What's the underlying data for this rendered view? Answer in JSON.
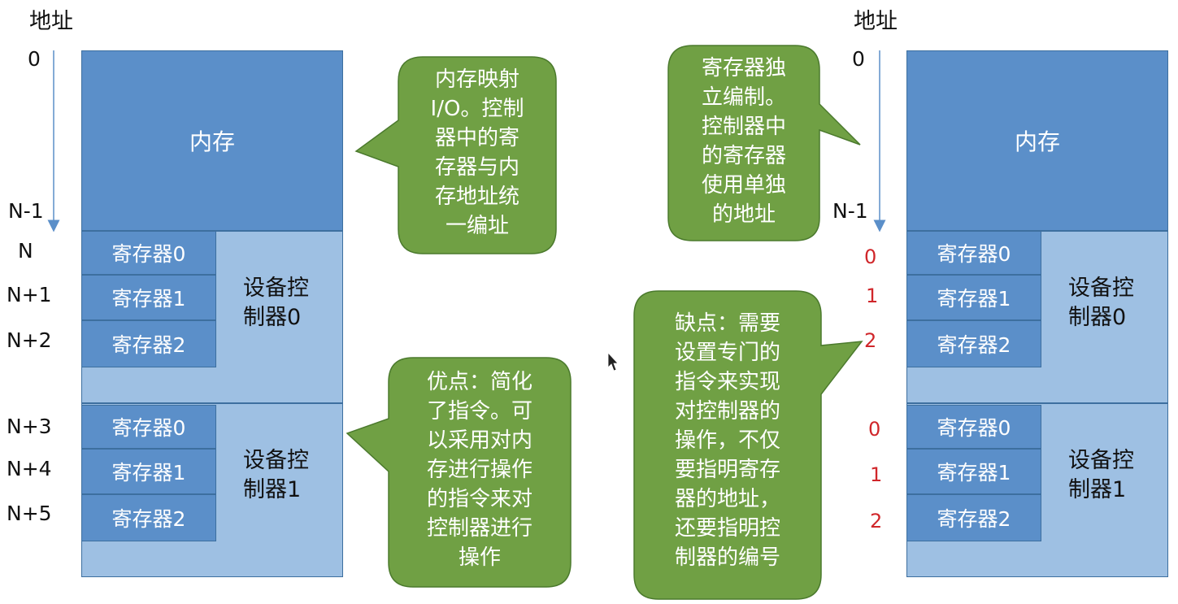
{
  "left": {
    "axis_title": "地址",
    "addresses": [
      "0",
      "N-1",
      "N",
      "N+1",
      "N+2",
      "N+3",
      "N+4",
      "N+5"
    ],
    "memory_label": "内存",
    "controllers": [
      {
        "name": "设备控\n制器0",
        "registers": [
          "寄存器0",
          "寄存器1",
          "寄存器2"
        ]
      },
      {
        "name": "设备控\n制器1",
        "registers": [
          "寄存器0",
          "寄存器1",
          "寄存器2"
        ]
      }
    ]
  },
  "right": {
    "axis_title": "地址",
    "addresses": [
      "0",
      "N-1"
    ],
    "register_addresses": [
      "0",
      "1",
      "2",
      "0",
      "1",
      "2"
    ],
    "memory_label": "内存",
    "controllers": [
      {
        "name": "设备控\n制器0",
        "registers": [
          "寄存器0",
          "寄存器1",
          "寄存器2"
        ]
      },
      {
        "name": "设备控\n制器1",
        "registers": [
          "寄存器0",
          "寄存器1",
          "寄存器2"
        ]
      }
    ]
  },
  "callouts": {
    "memory_mapped": "内存映射\nI/O。控制\n器中的寄\n存器与内\n存地址统\n一编址",
    "advantage": "优点：简化\n了指令。可\n以采用对内\n存进行操作\n的指令来对\n控制器进行\n操作",
    "independent": "寄存器独\n立编制。\n控制器中\n的寄存器\n使用单独\n的地址",
    "disadvantage": "缺点：需要\n设置专门的\n指令来实现\n对控制器的\n操作，不仅\n要指明寄存\n器的地址，\n还要指明控\n制器的编号"
  },
  "colors": {
    "memory_block": "#5b8fc9",
    "controller_block": "#9ec0e3",
    "callout_fill": "#70a044",
    "register_address": "#d0262a"
  },
  "icons": [
    "mouse-cursor-icon"
  ]
}
